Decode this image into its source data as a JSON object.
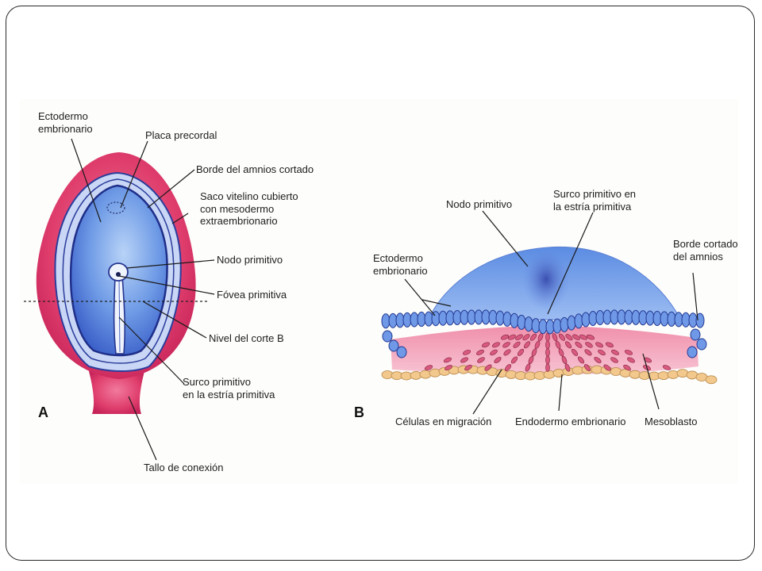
{
  "panel_a": {
    "letter": "A",
    "labels": {
      "ectodermo": [
        "Ectodermo",
        "embrionario"
      ],
      "placa": [
        "Placa precordal"
      ],
      "borde": [
        "Borde del amnios cortado"
      ],
      "saco": [
        "Saco vitelino cubierto",
        "con mesodermo",
        "extraembrionario"
      ],
      "nodo": [
        "Nodo primitivo"
      ],
      "fovea": [
        "Fóvea primitiva"
      ],
      "nivel": [
        "Nivel del corte B"
      ],
      "surco": [
        "Surco primitivo",
        "en la estría primitiva"
      ],
      "tallo": [
        "Tallo de conexión"
      ]
    }
  },
  "panel_b": {
    "letter": "B",
    "labels": {
      "nodo": [
        "Nodo primitivo"
      ],
      "surco": [
        "Surco primitivo en",
        "la estría primitiva"
      ],
      "ectodermo": [
        "Ectodermo",
        "embrionario"
      ],
      "borde": [
        "Borde cortado",
        "del amnios"
      ],
      "celulas": [
        "Células en migración"
      ],
      "endodermo": [
        "Endodermo embrionario"
      ],
      "mesoblasto": [
        "Mesoblasto"
      ]
    }
  },
  "colors": {
    "amnion": "#d83b6a",
    "ectoderm": "#5f8fe3",
    "mesoblast": "#f2a7bc",
    "endoderm": "#f0c58a"
  }
}
